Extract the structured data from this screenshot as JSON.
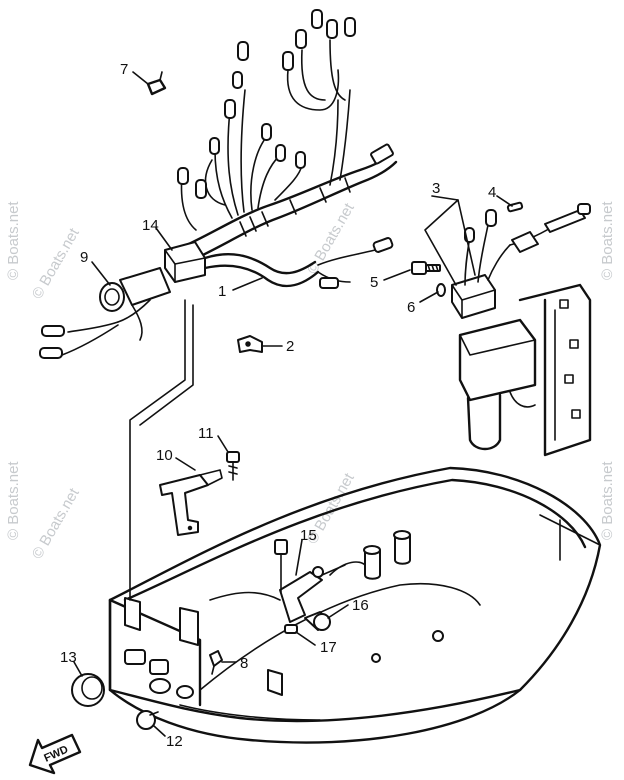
{
  "diagram": {
    "watermark": "© Boats.net",
    "fwd_label": "FWD",
    "callouts": [
      {
        "id": "1",
        "label": "1"
      },
      {
        "id": "2",
        "label": "2"
      },
      {
        "id": "3",
        "label": "3"
      },
      {
        "id": "4",
        "label": "4"
      },
      {
        "id": "5",
        "label": "5"
      },
      {
        "id": "6",
        "label": "6"
      },
      {
        "id": "7",
        "label": "7"
      },
      {
        "id": "8",
        "label": "8"
      },
      {
        "id": "9",
        "label": "9"
      },
      {
        "id": "10",
        "label": "10"
      },
      {
        "id": "11",
        "label": "11"
      },
      {
        "id": "12",
        "label": "12"
      },
      {
        "id": "13",
        "label": "13"
      },
      {
        "id": "14",
        "label": "14"
      },
      {
        "id": "15",
        "label": "15"
      },
      {
        "id": "16",
        "label": "16"
      },
      {
        "id": "17",
        "label": "17"
      }
    ]
  }
}
